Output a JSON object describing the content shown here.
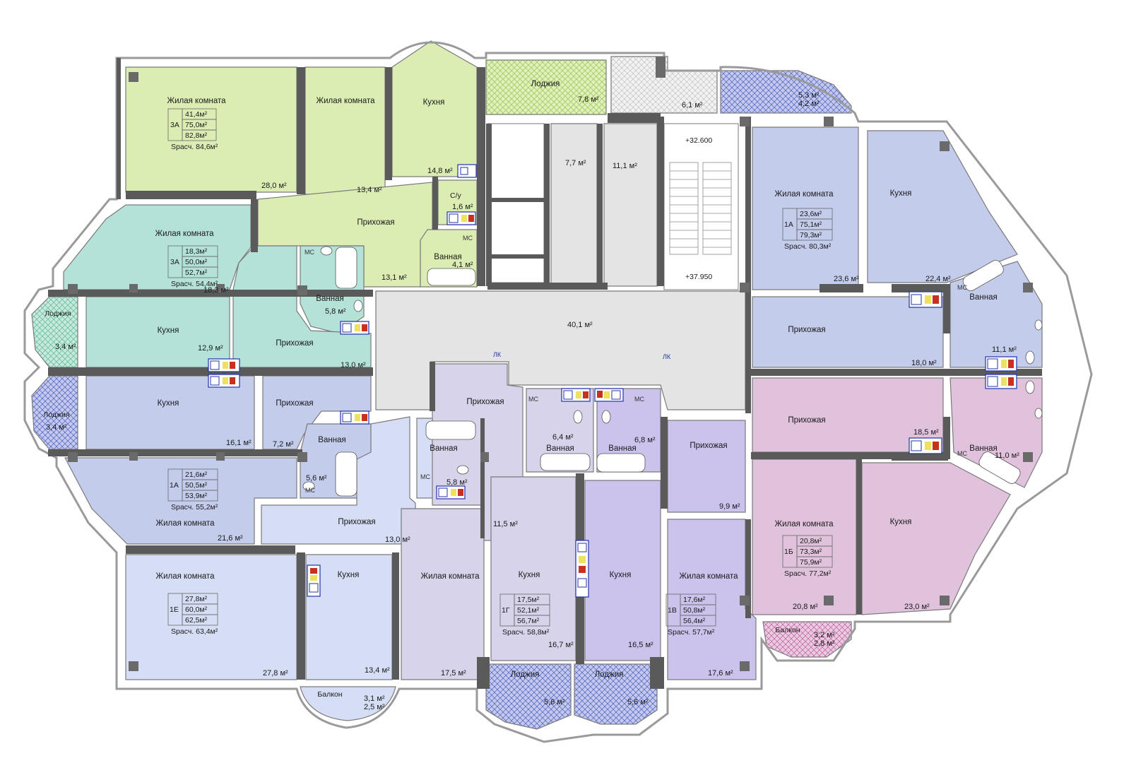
{
  "colors": {
    "green": "#dcedb4",
    "teal": "#b5e2d8",
    "blue": "#c4ccec",
    "lightblue": "#d6def6",
    "lilac": "#d7d3ea",
    "violet": "#cbc3ec",
    "pink": "#e1c2dc",
    "grey": "#e4e4e4",
    "loggia_blue": "#bcc4ee",
    "loggia_green": "#d4ecb0",
    "loggia_pink": "#e8c2dc",
    "loggia_grey": "#eeeeee"
  },
  "rooms": {
    "r1": {
      "name": "Жилая комната",
      "area": "28,0 м²"
    },
    "r2": {
      "name": "Жилая комната",
      "area": "13,4 м²"
    },
    "r3": {
      "name": "Кухня",
      "area": "14,8 м²"
    },
    "r4": {
      "name": "Лоджия",
      "area": "7,8 м²"
    },
    "r5": {
      "name": "С/у",
      "area": "1,6 м²"
    },
    "r6": {
      "name": "Прихожая",
      "area": "13,1 м²"
    },
    "r7": {
      "name": "Ванная",
      "area": "4,1 м²"
    },
    "r8": {
      "name": "Жилая комната",
      "area": "18,3 м²"
    },
    "r9": {
      "name": "Ванная",
      "area": "5,8 м²"
    },
    "r10": {
      "name": "Кухня",
      "area": "12,9 м²"
    },
    "r11": {
      "name": "Прихожая",
      "area": "13,0 м²"
    },
    "r12": {
      "name": "Лоджия",
      "area": "3,4 м²"
    },
    "r13": {
      "name": "Кухня",
      "area": "16,1 м²"
    },
    "r14": {
      "name": "Прихожая",
      "area": "7,2 м²"
    },
    "r15": {
      "name": "Ванная",
      "area": "5,6 м²"
    },
    "r16": {
      "name": "Жилая комната",
      "area": "21,6 м²"
    },
    "r17": {
      "name": "Лоджия",
      "area": "3,4 м²"
    },
    "r18": {
      "name": "Прихожая",
      "area": "13,0 м²"
    },
    "r19": {
      "name": "Ванная",
      "area": "5,8 м²"
    },
    "r20": {
      "name": "Прихожая",
      "area": "11,5 м²"
    },
    "r21": {
      "name": "Ванная",
      "area": "6,4 м²"
    },
    "r22": {
      "name": "Ванная",
      "area": "6,8 м²"
    },
    "r23": {
      "name": "Прихожая",
      "area": "9,9 м²"
    },
    "r24": {
      "name": "Жилая комната",
      "area": "27,8 м²"
    },
    "r25": {
      "name": "Кухня",
      "area": "13,4 м²"
    },
    "r26": {
      "name": "Балкон",
      "area": "3,1 м²",
      "area2": "2,5 м²"
    },
    "r27": {
      "name": "Жилая комната",
      "area": "17,5 м²"
    },
    "r28": {
      "name": "Кухня",
      "area": "16,7 м²"
    },
    "r29": {
      "name": "Кухня",
      "area": "16,5 м²"
    },
    "r30": {
      "name": "Жилая комната",
      "area": "17,6 м²"
    },
    "r31": {
      "name": "Лоджия",
      "area": "5,6 м²"
    },
    "r32": {
      "name": "Лоджия",
      "area": "5,6 м²"
    },
    "r33": {
      "name": "Жилая комната",
      "area": "23,6 м²"
    },
    "r34": {
      "name": "Кухня",
      "area": "22,4 м²"
    },
    "r35": {
      "name": "Ванная",
      "area": "11,1 м²"
    },
    "r36": {
      "name": "Прихожая",
      "area": "18,0 м²"
    },
    "r37": {
      "name": "Прихожая",
      "area": "18,5 м²"
    },
    "r38": {
      "name": "Ванная",
      "area": "11,0 м²"
    },
    "r39": {
      "name": "Жилая комната",
      "area": "20,8 м²"
    },
    "r40": {
      "name": "Кухня",
      "area": "23,0 м²"
    },
    "r41": {
      "name": "Балкон",
      "area": "3,2 м²",
      "area2": "2,8 м²"
    },
    "r42": {
      "area": "6,1 м²"
    },
    "r43": {
      "area": "5,3 м²",
      "area2": "4,2 м²"
    },
    "r44": {
      "area": "7,7 м²"
    },
    "r45": {
      "area": "11,1 м²"
    },
    "r46": {
      "area": "40,1 м²"
    }
  },
  "apartments": {
    "a1": {
      "type": "3А",
      "v1": "41,4м²",
      "v2": "75,0м²",
      "v3": "82,8м²",
      "s": "Sрасч. 84,6м²"
    },
    "a2": {
      "type": "3А",
      "v1": "18,3м²",
      "v2": "50,0м²",
      "v3": "52,7м²",
      "s": "Sрасч. 54,4м²"
    },
    "a3": {
      "type": "1А",
      "v1": "21,6м²",
      "v2": "50,5м²",
      "v3": "53,9м²",
      "s": "Sрасч. 55,2м²"
    },
    "a4": {
      "type": "1Е",
      "v1": "27,8м²",
      "v2": "60,0м²",
      "v3": "62,5м²",
      "s": "Sрасч. 63,4м²"
    },
    "a5": {
      "type": "1Г",
      "v1": "17,5м²",
      "v2": "52,1м²",
      "v3": "56,7м²",
      "s": "Sрасч. 58,8м²"
    },
    "a6": {
      "type": "1В",
      "v1": "17,6м²",
      "v2": "50,8м²",
      "v3": "56,4м²",
      "s": "Sрасч. 57,7м²"
    },
    "a7": {
      "type": "1А",
      "v1": "23,6м²",
      "v2": "75,1м²",
      "v3": "79,3м²",
      "s": "Sрасч. 80,3м²"
    },
    "a8": {
      "type": "1Б",
      "v1": "20,8м²",
      "v2": "73,3м²",
      "v3": "75,9м²",
      "s": "Sрасч. 77,2м²"
    }
  },
  "marks": {
    "level_top": "+32.600",
    "level_bottom": "+37.950",
    "lk": "ЛК",
    "mc": "МС"
  }
}
